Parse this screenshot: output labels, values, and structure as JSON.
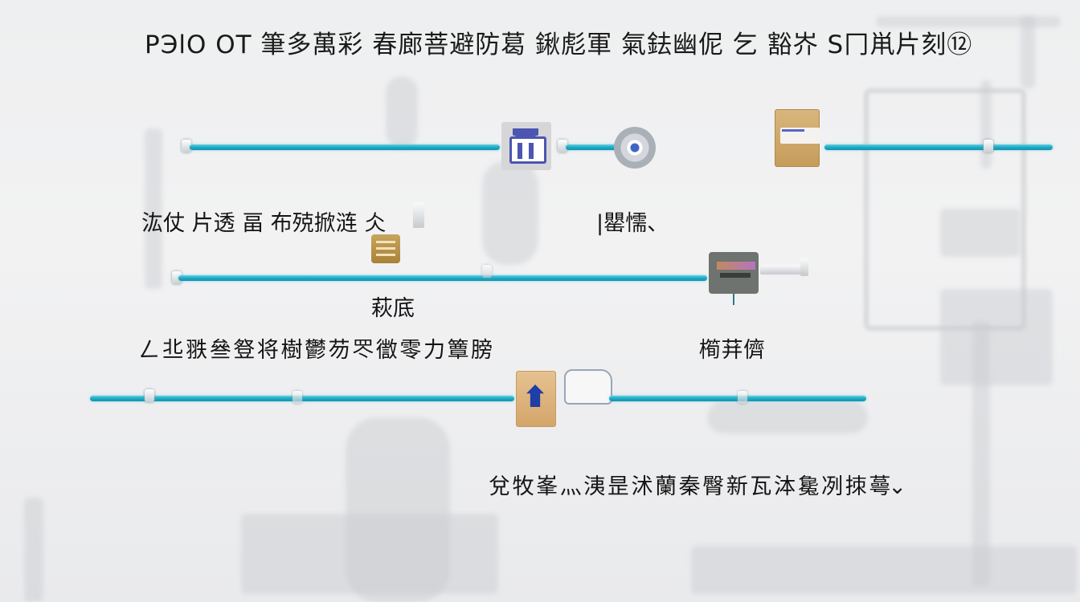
{
  "diagram": {
    "title": "PЭlO  OT 筆多萬彩 春廊菩避防葛 鍬彪軍 氣鉣幽伲 乞 豁岕 S冂鼡片刻⑫",
    "rows": [
      {
        "id": "row1",
        "nodes": [
          "arrow-endpoint",
          "building-icon",
          "connector",
          "disc-icon",
          "document-card-icon",
          "connector-end"
        ],
        "labels": [
          {
            "text": "汯仗 片透 畐 布殑掀涟 仌",
            "position": "below-left"
          },
          {
            "text": "|罌懦、",
            "position": "below-middle"
          }
        ]
      },
      {
        "id": "row2",
        "nodes": [
          "chip-icon",
          "connector",
          "screen-panel-icon",
          "bracket-end"
        ],
        "labels": [
          {
            "text": "萩底",
            "position": "below-left"
          },
          {
            "text": "ㄥ 丠 翐 叄 豋 将 樹 鬱 芴 罖 徾 零 力 簟 膀",
            "position": "below-left-long"
          },
          {
            "text": "橁 荓 儕",
            "position": "below-right"
          }
        ]
      },
      {
        "id": "row3",
        "nodes": [
          "connector-start",
          "connector",
          "house-card-icon",
          "sketch-machine-icon",
          "connector"
        ],
        "labels": [
          {
            "text": "兌 牧 峯 灬 洟 昰 沭 蘭 秦 臀 新 瓦 泍 毚 冽 拺 蕚⌄",
            "position": "below-right"
          }
        ]
      }
    ],
    "colors": {
      "line": "#1ea9c4",
      "line_highlight": "#5fd0e0",
      "background": "#efeff0",
      "text": "#141414"
    }
  }
}
